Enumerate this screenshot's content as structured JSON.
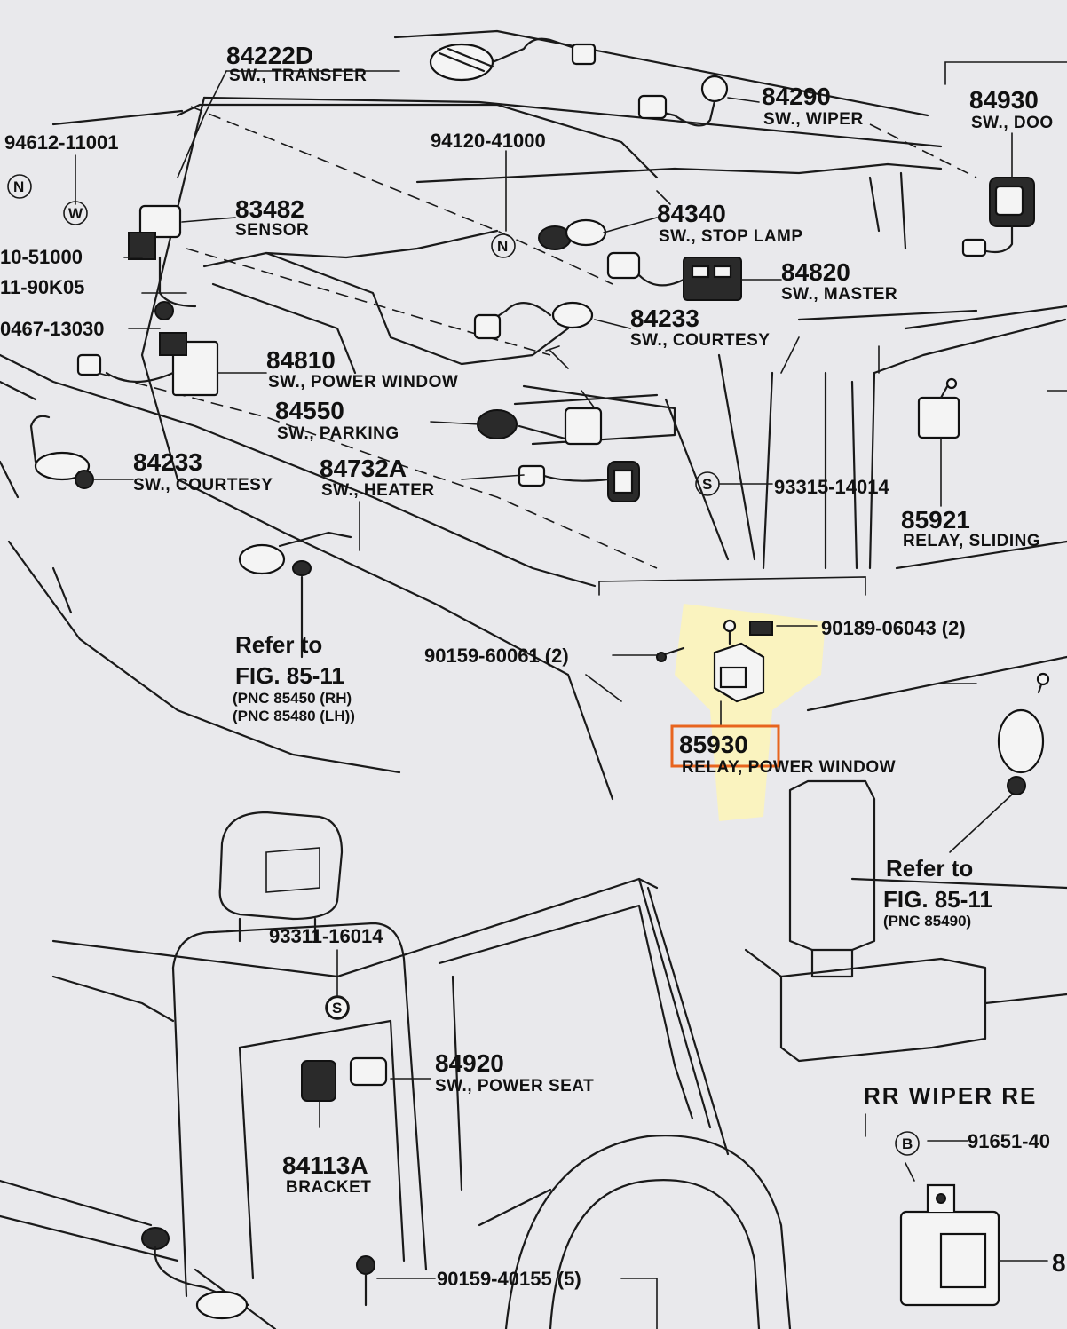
{
  "highlight": {
    "part_number": "85930",
    "box_color": "#e8641e",
    "glow_color": "#fff6b0"
  },
  "parts": [
    {
      "number": "84222D",
      "name": "SW., TRANSFER"
    },
    {
      "number": "84290",
      "name": "SW., WIPER"
    },
    {
      "number": "84930",
      "name": "SW., DOO"
    },
    {
      "number": "83482",
      "name": "SENSOR"
    },
    {
      "number": "84340",
      "name": "SW., STOP LAMP"
    },
    {
      "number": "84820",
      "name": "SW., MASTER"
    },
    {
      "number": "84233",
      "name": "SW., COURTESY"
    },
    {
      "number": "84810",
      "name": "SW., POWER WINDOW"
    },
    {
      "number": "84550",
      "name": "SW., PARKING"
    },
    {
      "number": "84233",
      "name": "SW., COURTESY"
    },
    {
      "number": "84732A",
      "name": "SW., HEATER"
    },
    {
      "number": "85921",
      "name": "RELAY, SLIDING"
    },
    {
      "number": "85930",
      "name": "RELAY, POWER WINDOW"
    },
    {
      "number": "84920",
      "name": "SW., POWER SEAT"
    },
    {
      "number": "84113A",
      "name": "BRACKET"
    }
  ],
  "fasteners": [
    "94612-11001",
    "94120-41000",
    "10-51000",
    "11-90K05",
    "0467-13030",
    "93315-14014",
    "90189-06043 (2)",
    "90159-60061 (2)",
    "93311-16014",
    "91651-40",
    "90159-40155 (5)"
  ],
  "symbols": {
    "n": "N",
    "w": "W",
    "s": "S",
    "b": "B"
  },
  "references": [
    {
      "text": "Refer to",
      "fig": "FIG. 85-11",
      "pnc": [
        "(PNC 85450 (RH)",
        "(PNC 85480 (LH))"
      ]
    },
    {
      "text": "Refer to",
      "fig": "FIG. 85-11",
      "pnc": [
        "(PNC 85490)"
      ]
    }
  ],
  "section_title": "RR WIPER RE",
  "edge_label": "8"
}
